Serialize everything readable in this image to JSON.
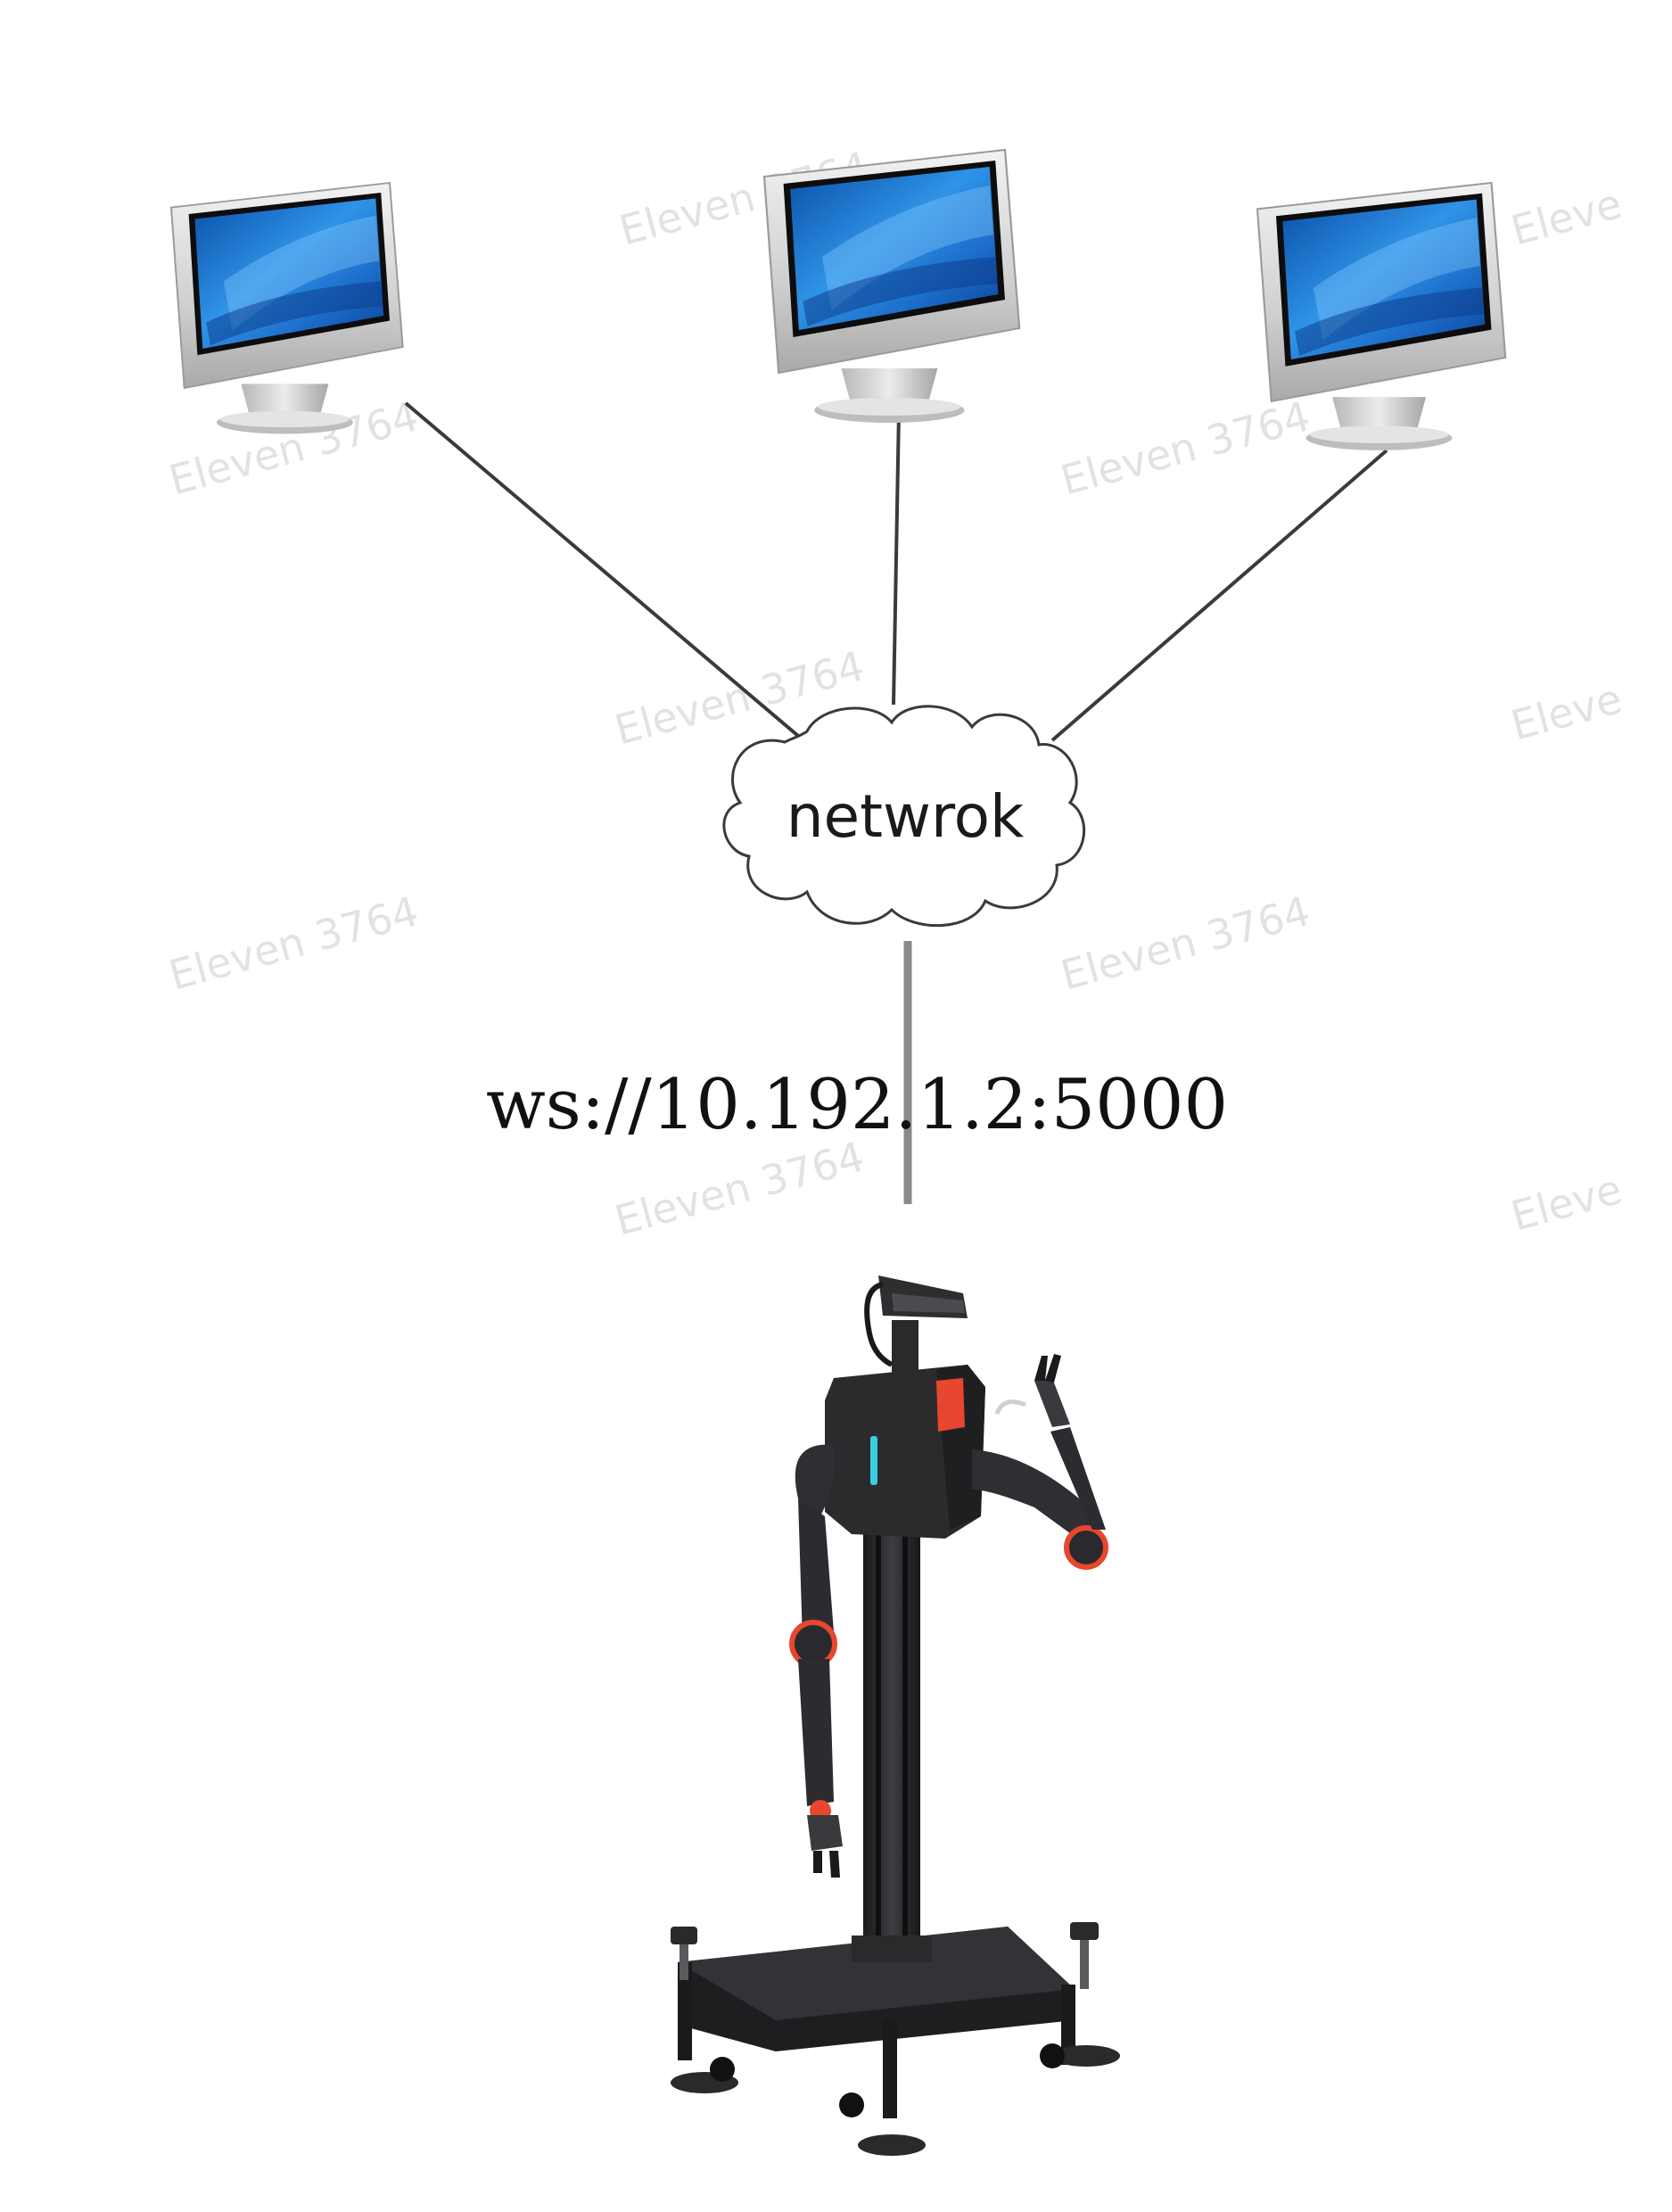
{
  "diagram": {
    "cloud_label": "netwrok",
    "address_label": "ws://10.192.1.2:5000",
    "watermark_text": "Eleven 3764",
    "watermark_partial_text": "Eleve",
    "nodes": [
      {
        "id": "computer-left",
        "icon": "desktop-monitor-icon"
      },
      {
        "id": "computer-center",
        "icon": "desktop-monitor-icon"
      },
      {
        "id": "computer-right",
        "icon": "desktop-monitor-icon"
      },
      {
        "id": "network",
        "icon": "cloud-icon"
      },
      {
        "id": "robot",
        "icon": "dual-arm-robot-icon"
      }
    ],
    "colors": {
      "screen": "#1f7fd8",
      "robot_body": "#2b2b2e",
      "robot_accent": "#e8462e",
      "robot_glow": "#38d0e0"
    }
  }
}
